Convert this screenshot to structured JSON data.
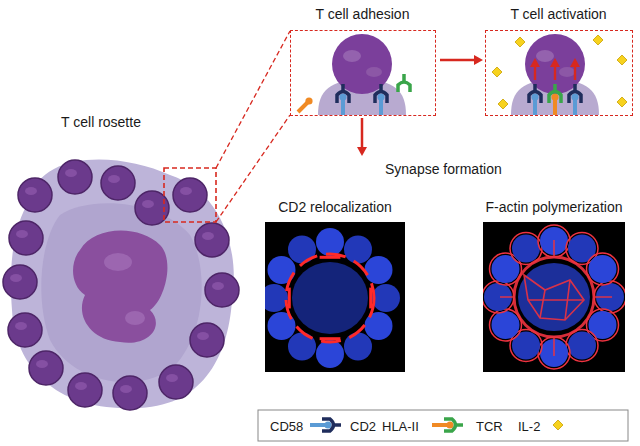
{
  "diagram": {
    "nodes": [
      {
        "text": [
          "T cell rosette"
        ]
      },
      {
        "text": [
          "T cell adhesion"
        ]
      },
      {
        "text": [
          "T cell activation"
        ]
      },
      {
        "text": [
          "Synapse formation"
        ]
      },
      {
        "text": [
          "CD2 relocalization"
        ],
        "in": 3
      },
      {
        "text": [
          "F-actin polymerization"
        ],
        "in": 3
      }
    ],
    "edges": [
      {
        "from": 1,
        "to": 2,
        "arrow": "to"
      },
      {
        "from": 1,
        "to": 3,
        "arrow": "to"
      }
    ],
    "legend": [
      {
        "text": "CD58"
      },
      {
        "text": "CD2"
      },
      {
        "text": "HLA-II"
      },
      {
        "text": "TCR"
      },
      {
        "text": "IL-2"
      }
    ]
  }
}
